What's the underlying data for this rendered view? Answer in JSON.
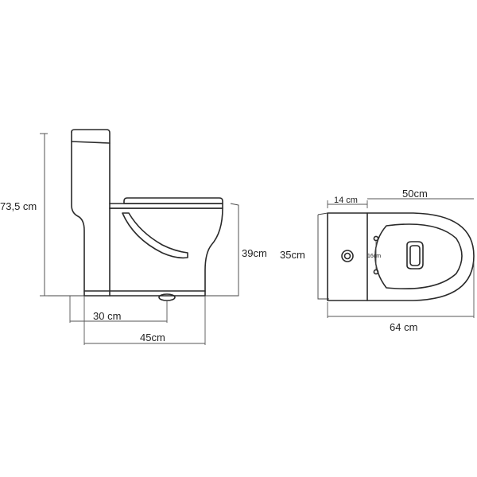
{
  "side_view": {
    "height_total": "73,5 cm",
    "bowl_height": "39cm",
    "rough_in": "30 cm",
    "depth": "45cm"
  },
  "top_view": {
    "tank_width": "14 cm",
    "bowl_length": "50cm",
    "width": "35cm",
    "bolt_spacing": "16cm",
    "total_length": "64 cm"
  }
}
